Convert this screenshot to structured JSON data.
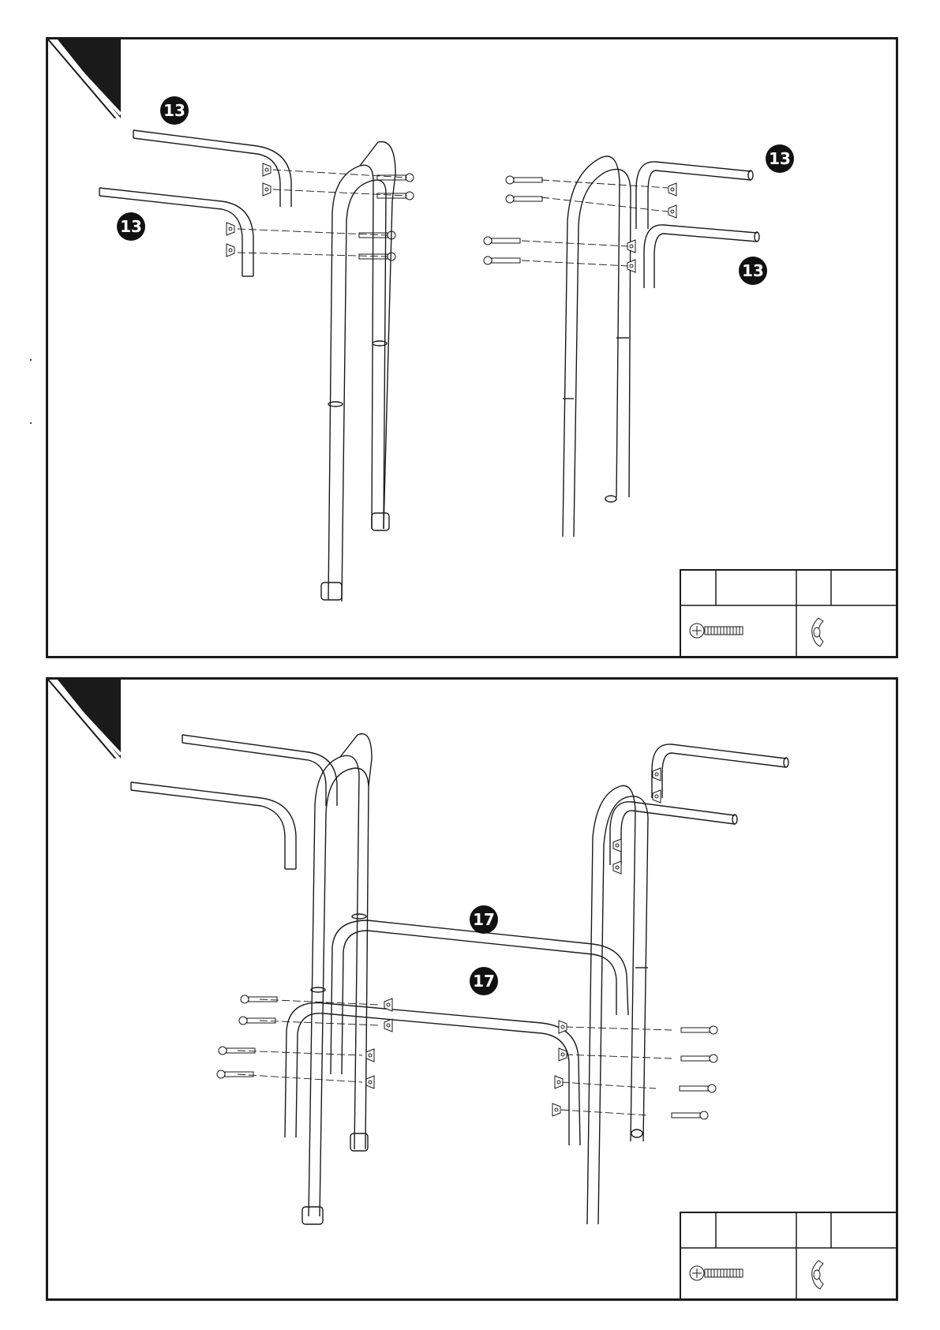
{
  "panel_1": {
    "labels": [
      "13",
      "13",
      "13",
      "13"
    ]
  },
  "panel_2": {
    "labels": [
      "17",
      "17"
    ]
  },
  "colors": {
    "line": "#1a1a1a",
    "badge": "#111111"
  },
  "icons": [
    "screw-icon",
    "wing-nut-icon",
    "corner-tab-icon"
  ]
}
